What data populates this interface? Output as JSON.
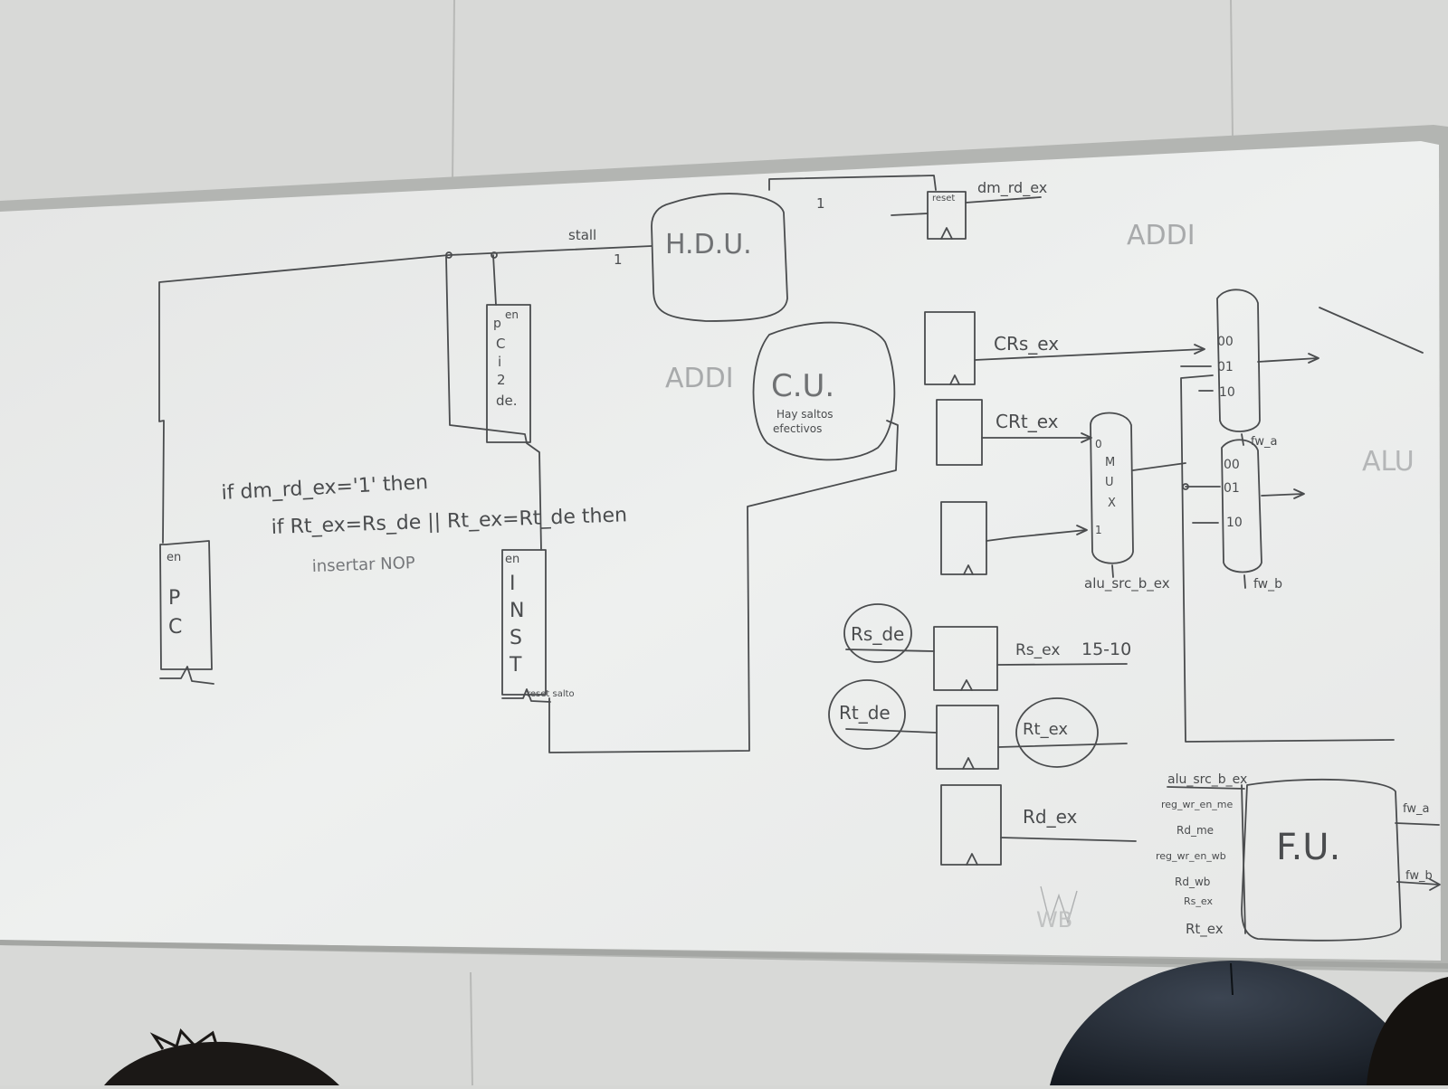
{
  "colors": {
    "wall": "#d6d7d5",
    "board": "#eeefee",
    "frame": "#a9aba8",
    "ink": "#4a4c4e",
    "faint_ink": "#9a9c9e",
    "hair": "#1c1a18",
    "cap": "#222831"
  },
  "board": {
    "hdu_label": "H.D.U.",
    "stall_label": "stall",
    "stall_one": "1",
    "top_one": "1",
    "reset_label": "reset",
    "dm_rd_ex_label": "dm_rd_ex",
    "addi_top": "ADDI",
    "addi_left": "ADDI",
    "cu_label": "C.U.",
    "cu_note_line1": "Hay saltos",
    "cu_note_line2": "efectivos",
    "pc_en": "en",
    "pc_letters": [
      "P",
      "C"
    ],
    "ci2de_en": "en",
    "ci2de_letters": [
      "p",
      "C",
      "i",
      "2",
      "de."
    ],
    "inst_en": "en",
    "inst_letters": [
      "I",
      "N",
      "S",
      "T"
    ],
    "inst_reset": "reset salto",
    "code_line1": "if   dm_rd_ex='1'   then",
    "code_line2": "if  Rt_ex=Rs_de || Rt_ex=Rt_de  then",
    "code_line3": "insertar NOP",
    "crs_ex": "CRs_ex",
    "crt_ex": "CRt_ex",
    "mux_letters": [
      "M",
      "U",
      "X"
    ],
    "mux_zero": "0",
    "mux_one": "1",
    "alu_src_b_ex": "alu_src_b_ex",
    "fwa_in": [
      "00",
      "01",
      "10"
    ],
    "fwb_in": [
      "00",
      "01",
      "10"
    ],
    "fwa_label": "fw_a",
    "fwb_label": "fw_b",
    "alu_label": "ALU",
    "rs_de": "Rs_de",
    "rs_ex": "Rs_ex",
    "rs_ex_bits": "15-10",
    "rt_de": "Rt_de",
    "rt_ex": "Rt_ex",
    "rd_ex": "Rd_ex",
    "fu_label": "F.U.",
    "fu_inputs": [
      "alu_src_b_ex",
      "reg_wr_en_me",
      "Rd_me",
      "reg_wr_en_wb",
      "Rd_wb",
      "Rs_ex",
      "Rt_ex"
    ],
    "fu_out_a": "fw_a",
    "fu_out_b": "fw_b",
    "wb_label": "WB"
  }
}
